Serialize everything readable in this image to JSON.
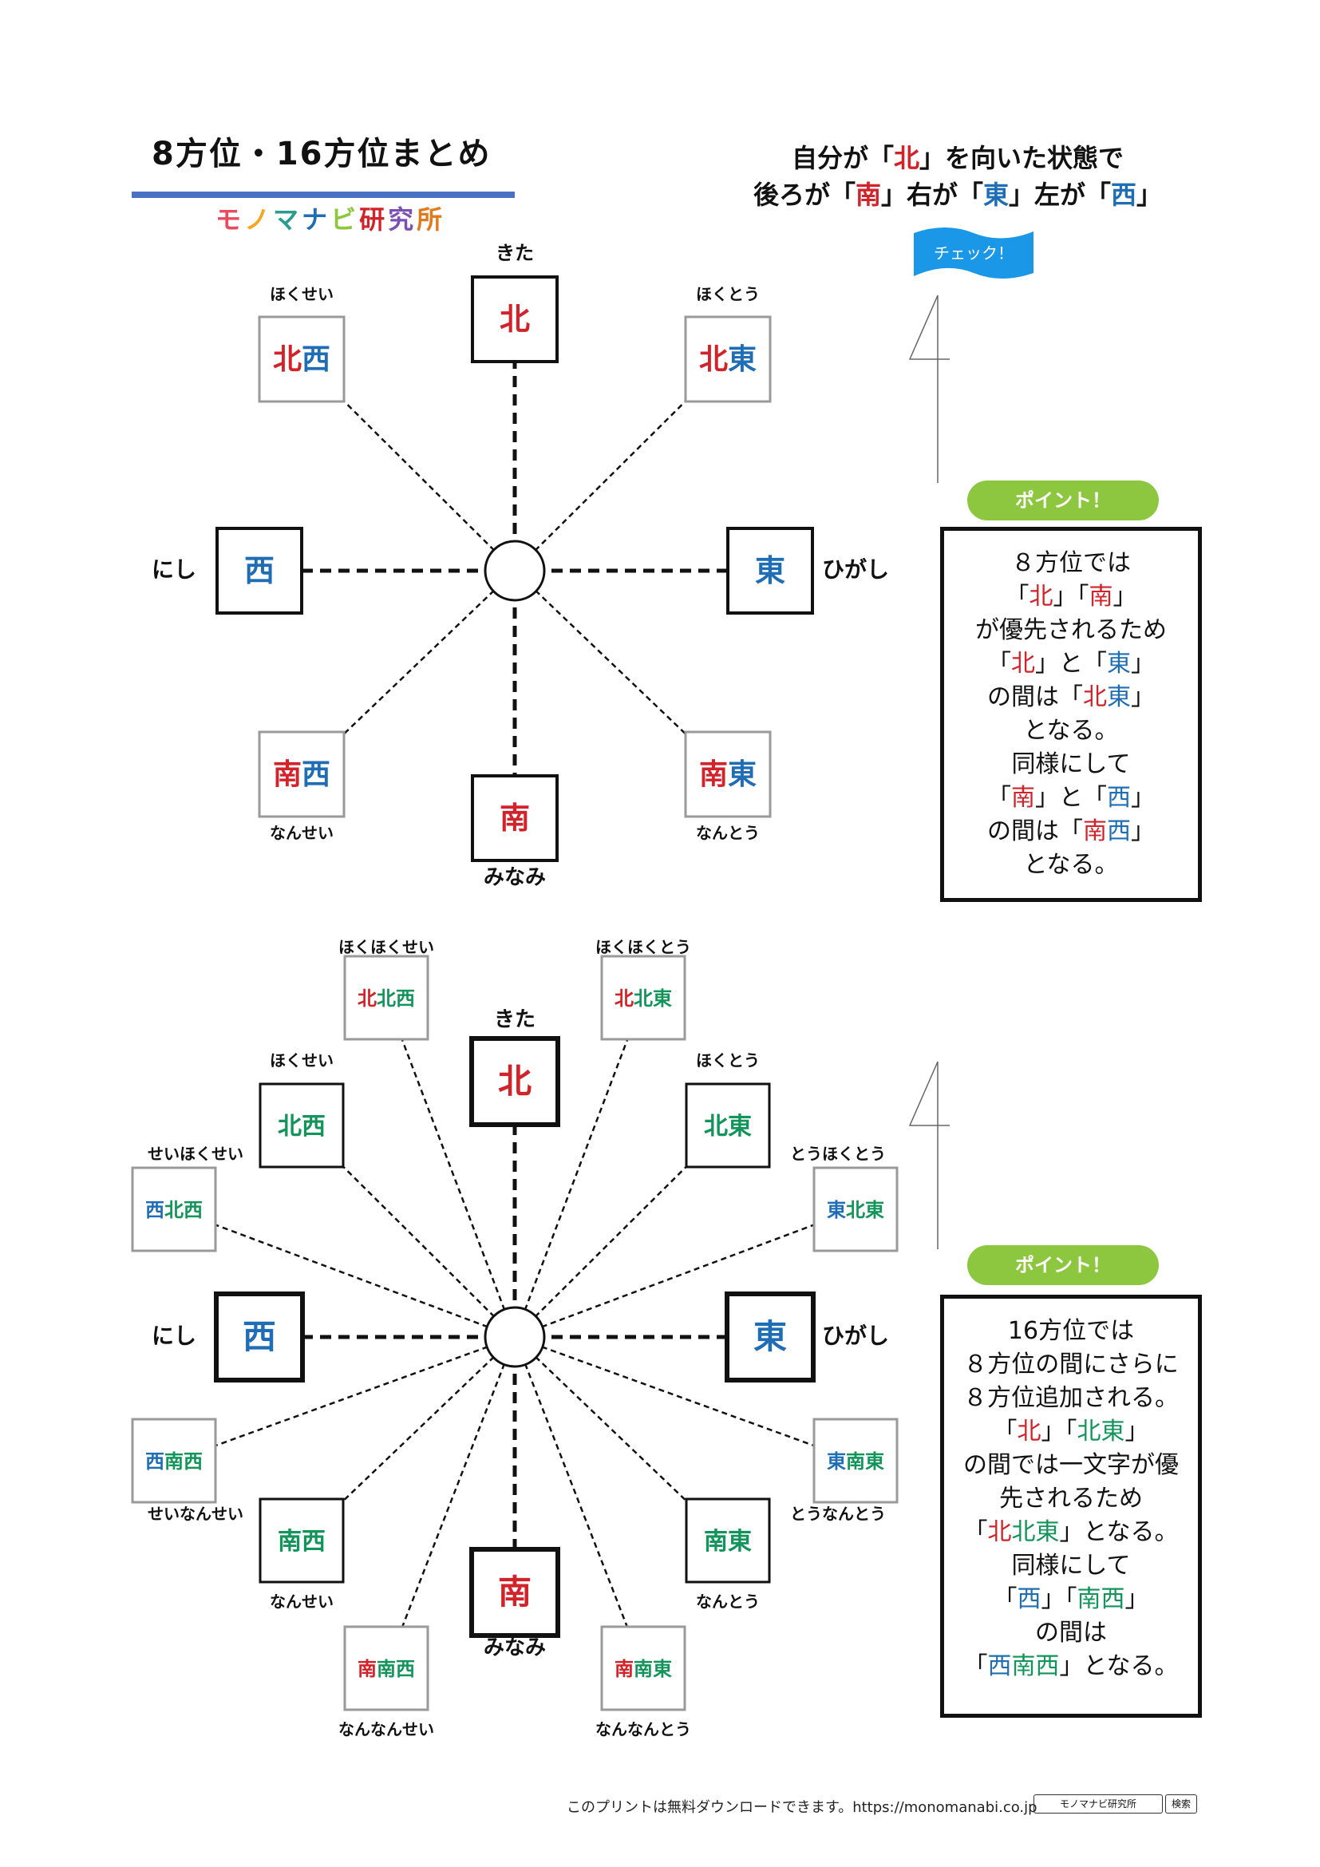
{
  "title": "8方位・16方位まとめ",
  "logo": "モノマナビ研究所",
  "intro": {
    "line1": [
      {
        "t": "自分が「",
        "c": "k"
      },
      {
        "t": "北",
        "c": "r"
      },
      {
        "t": "」を向いた状態で",
        "c": "k"
      }
    ],
    "line2": [
      {
        "t": "後ろが「",
        "c": "k"
      },
      {
        "t": "南",
        "c": "r"
      },
      {
        "t": "」右が「",
        "c": "k"
      },
      {
        "t": "東",
        "c": "b"
      },
      {
        "t": "」左が「",
        "c": "k"
      },
      {
        "t": "西",
        "c": "b"
      },
      {
        "t": "」",
        "c": "k"
      }
    ]
  },
  "check_flag": "チェック！",
  "point_label": "ポイント！",
  "colors": {
    "r": "#d2232a",
    "b": "#1f6db5",
    "g": "#12945a",
    "k": "#111111"
  },
  "compass8": {
    "main": [
      {
        "id": "n",
        "label": [
          {
            "t": "北",
            "c": "r"
          }
        ],
        "reading": "きた"
      },
      {
        "id": "e",
        "label": [
          {
            "t": "東",
            "c": "b"
          }
        ],
        "reading": "ひがし"
      },
      {
        "id": "s",
        "label": [
          {
            "t": "南",
            "c": "r"
          }
        ],
        "reading": "みなみ"
      },
      {
        "id": "w",
        "label": [
          {
            "t": "西",
            "c": "b"
          }
        ],
        "reading": "にし"
      }
    ],
    "inter": [
      {
        "id": "nw",
        "label": [
          {
            "t": "北",
            "c": "r"
          },
          {
            "t": "西",
            "c": "b"
          }
        ],
        "reading": "ほくせい"
      },
      {
        "id": "ne",
        "label": [
          {
            "t": "北",
            "c": "r"
          },
          {
            "t": "東",
            "c": "b"
          }
        ],
        "reading": "ほくとう"
      },
      {
        "id": "sw",
        "label": [
          {
            "t": "南",
            "c": "r"
          },
          {
            "t": "西",
            "c": "b"
          }
        ],
        "reading": "なんせい"
      },
      {
        "id": "se",
        "label": [
          {
            "t": "南",
            "c": "r"
          },
          {
            "t": "東",
            "c": "b"
          }
        ],
        "reading": "なんとう"
      }
    ]
  },
  "point1": [
    [
      {
        "t": "８方位では",
        "c": "k"
      }
    ],
    [
      {
        "t": "「",
        "c": "k"
      },
      {
        "t": "北",
        "c": "r"
      },
      {
        "t": "」「",
        "c": "k"
      },
      {
        "t": "南",
        "c": "r"
      },
      {
        "t": "」",
        "c": "k"
      }
    ],
    [
      {
        "t": "が優先されるため",
        "c": "k"
      }
    ],
    [
      {
        "t": "「",
        "c": "k"
      },
      {
        "t": "北",
        "c": "r"
      },
      {
        "t": "」と「",
        "c": "k"
      },
      {
        "t": "東",
        "c": "b"
      },
      {
        "t": "」",
        "c": "k"
      }
    ],
    [
      {
        "t": "の間は「",
        "c": "k"
      },
      {
        "t": "北",
        "c": "r"
      },
      {
        "t": "東",
        "c": "b"
      },
      {
        "t": "」",
        "c": "k"
      }
    ],
    [
      {
        "t": "となる。",
        "c": "k"
      }
    ],
    [
      {
        "t": "同様にして",
        "c": "k"
      }
    ],
    [
      {
        "t": "「",
        "c": "k"
      },
      {
        "t": "南",
        "c": "r"
      },
      {
        "t": "」と「",
        "c": "k"
      },
      {
        "t": "西",
        "c": "b"
      },
      {
        "t": "」",
        "c": "k"
      }
    ],
    [
      {
        "t": "の間は「",
        "c": "k"
      },
      {
        "t": "南",
        "c": "r"
      },
      {
        "t": "西",
        "c": "b"
      },
      {
        "t": "」",
        "c": "k"
      }
    ],
    [
      {
        "t": "となる。",
        "c": "k"
      }
    ]
  ],
  "compass16": {
    "main": [
      {
        "id": "n",
        "label": [
          {
            "t": "北",
            "c": "r"
          }
        ],
        "reading": "きた"
      },
      {
        "id": "e",
        "label": [
          {
            "t": "東",
            "c": "b"
          }
        ],
        "reading": "ひがし"
      },
      {
        "id": "s",
        "label": [
          {
            "t": "南",
            "c": "r"
          }
        ],
        "reading": "みなみ"
      },
      {
        "id": "w",
        "label": [
          {
            "t": "西",
            "c": "b"
          }
        ],
        "reading": "にし"
      }
    ],
    "inter": [
      {
        "id": "nw",
        "label": [
          {
            "t": "北西",
            "c": "g"
          }
        ],
        "reading": "ほくせい"
      },
      {
        "id": "ne",
        "label": [
          {
            "t": "北東",
            "c": "g"
          }
        ],
        "reading": "ほくとう"
      },
      {
        "id": "sw",
        "label": [
          {
            "t": "南西",
            "c": "g"
          }
        ],
        "reading": "なんせい"
      },
      {
        "id": "se",
        "label": [
          {
            "t": "南東",
            "c": "g"
          }
        ],
        "reading": "なんとう"
      }
    ],
    "sixteen": [
      {
        "id": "nnw",
        "label": [
          {
            "t": "北",
            "c": "r"
          },
          {
            "t": "北西",
            "c": "g"
          }
        ],
        "reading": "ほくほくせい"
      },
      {
        "id": "nne",
        "label": [
          {
            "t": "北",
            "c": "r"
          },
          {
            "t": "北東",
            "c": "g"
          }
        ],
        "reading": "ほくほくとう"
      },
      {
        "id": "wnw",
        "label": [
          {
            "t": "西",
            "c": "b"
          },
          {
            "t": "北西",
            "c": "g"
          }
        ],
        "reading": "せいほくせい"
      },
      {
        "id": "ene",
        "label": [
          {
            "t": "東",
            "c": "b"
          },
          {
            "t": "北東",
            "c": "g"
          }
        ],
        "reading": "とうほくとう"
      },
      {
        "id": "wsw",
        "label": [
          {
            "t": "西",
            "c": "b"
          },
          {
            "t": "南西",
            "c": "g"
          }
        ],
        "reading": "せいなんせい"
      },
      {
        "id": "ese",
        "label": [
          {
            "t": "東",
            "c": "b"
          },
          {
            "t": "南東",
            "c": "g"
          }
        ],
        "reading": "とうなんとう"
      },
      {
        "id": "ssw",
        "label": [
          {
            "t": "南",
            "c": "r"
          },
          {
            "t": "南西",
            "c": "g"
          }
        ],
        "reading": "なんなんせい"
      },
      {
        "id": "sse",
        "label": [
          {
            "t": "南",
            "c": "r"
          },
          {
            "t": "南東",
            "c": "g"
          }
        ],
        "reading": "なんなんとう"
      }
    ]
  },
  "point2": [
    [
      {
        "t": "16方位では",
        "c": "k"
      }
    ],
    [
      {
        "t": "８方位の間にさらに",
        "c": "k"
      }
    ],
    [
      {
        "t": "８方位追加される。",
        "c": "k"
      }
    ],
    [
      {
        "t": "「",
        "c": "k"
      },
      {
        "t": "北",
        "c": "r"
      },
      {
        "t": "」「",
        "c": "k"
      },
      {
        "t": "北東",
        "c": "g"
      },
      {
        "t": "」",
        "c": "k"
      }
    ],
    [
      {
        "t": "の間では一文字が優",
        "c": "k"
      }
    ],
    [
      {
        "t": "先されるため",
        "c": "k"
      }
    ],
    [
      {
        "t": "「",
        "c": "k"
      },
      {
        "t": "北",
        "c": "r"
      },
      {
        "t": "北東",
        "c": "g"
      },
      {
        "t": "」となる。",
        "c": "k"
      }
    ],
    [
      {
        "t": "同様にして",
        "c": "k"
      }
    ],
    [
      {
        "t": "「",
        "c": "k"
      },
      {
        "t": "西",
        "c": "b"
      },
      {
        "t": "」「",
        "c": "k"
      },
      {
        "t": "南西",
        "c": "g"
      },
      {
        "t": "」",
        "c": "k"
      }
    ],
    [
      {
        "t": "の間は",
        "c": "k"
      }
    ],
    [
      {
        "t": "「",
        "c": "k"
      },
      {
        "t": "西",
        "c": "b"
      },
      {
        "t": "南西",
        "c": "g"
      },
      {
        "t": "」となる。",
        "c": "k"
      }
    ]
  ],
  "footer": {
    "text": "このプリントは無料ダウンロードできます。https://monomanabi.co.jp",
    "search_value": "モノマナビ研究所",
    "search_button": "検索"
  }
}
